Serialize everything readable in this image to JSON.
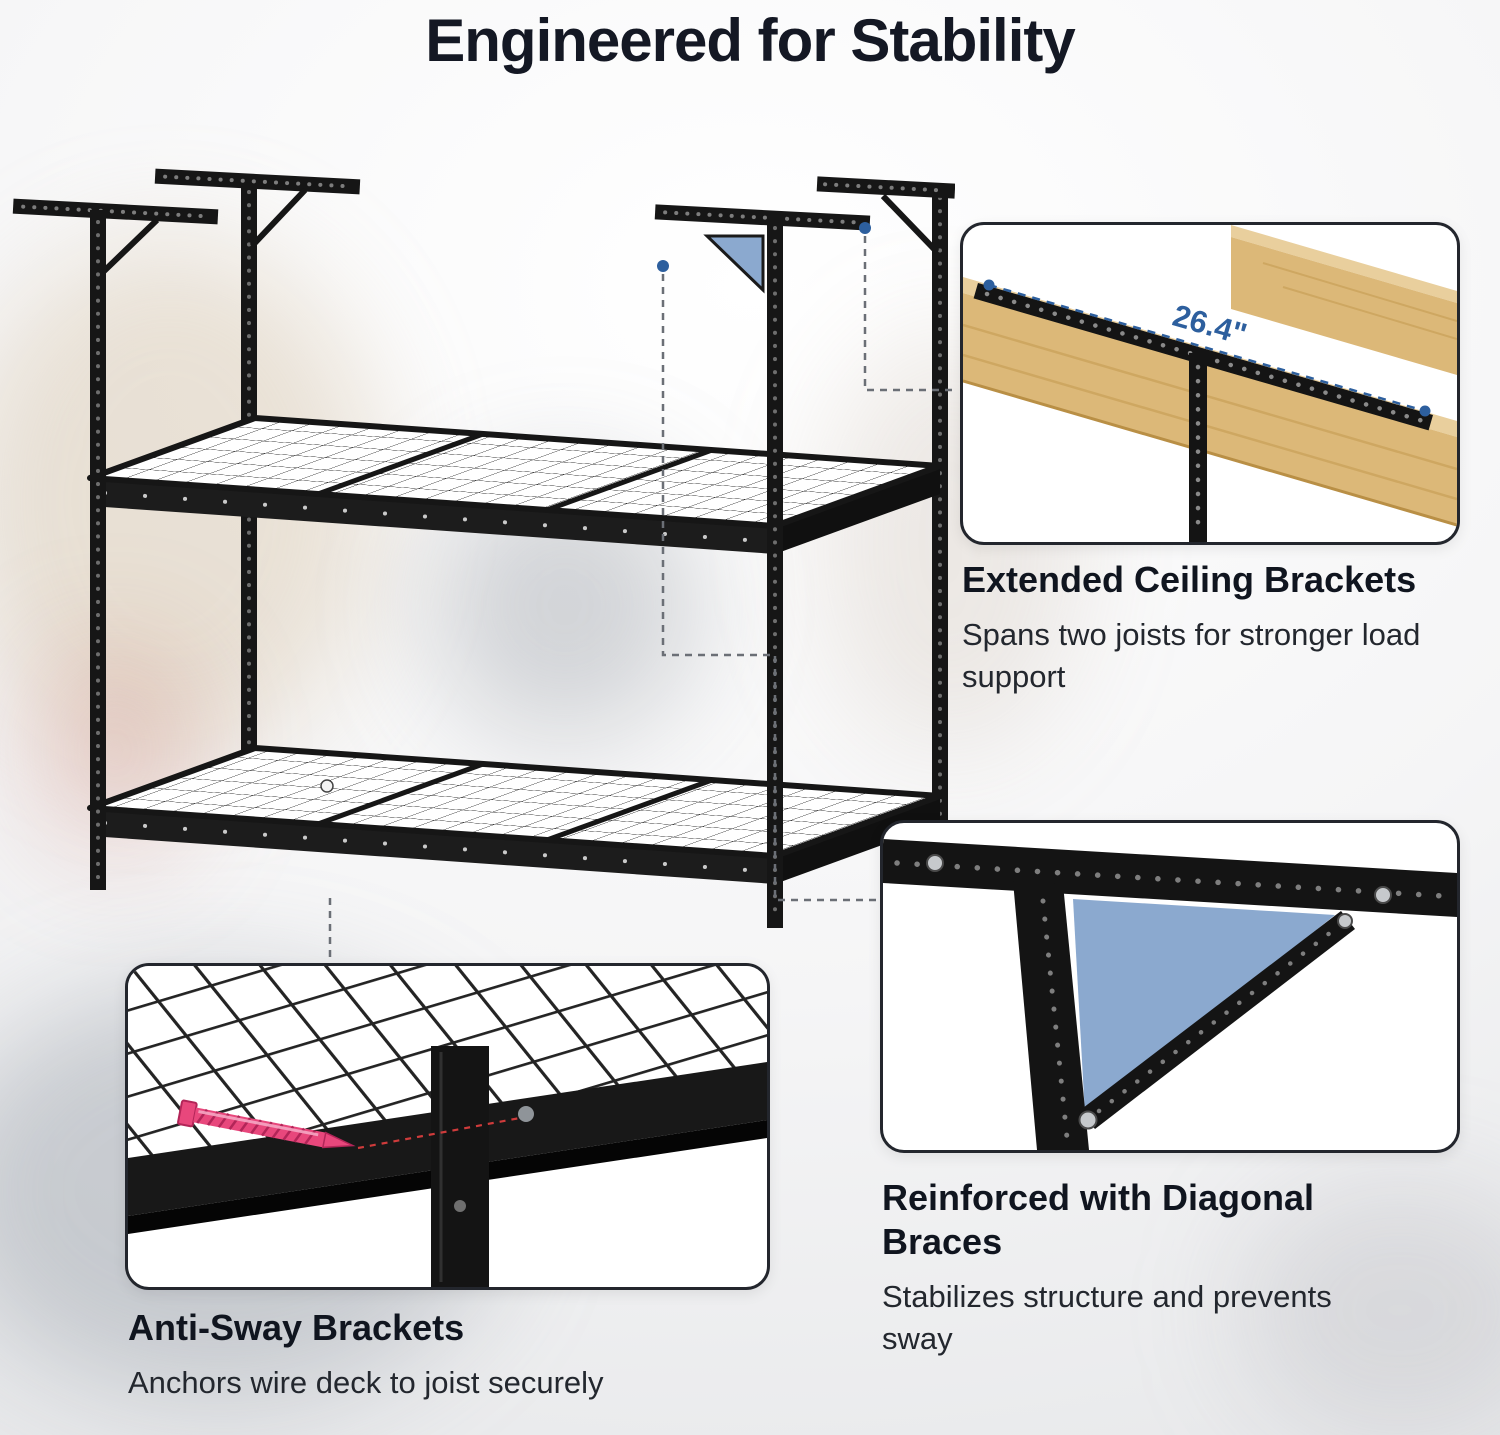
{
  "page": {
    "heading": "Engineered for Stability"
  },
  "callouts": {
    "extended_ceiling_brackets": {
      "title": "Extended Ceiling Brackets",
      "description": "Spans two joists for stronger load support",
      "dimension": "26.4\""
    },
    "diagonal_braces": {
      "title": "Reinforced with Diagonal Braces",
      "description": "Stabilizes structure and prevents sway"
    },
    "anti_sway_brackets": {
      "title": "Anti-Sway Brackets",
      "description": "Anchors wire deck to joist securely"
    }
  },
  "colors": {
    "heading_text": "#141824",
    "body_text": "#23272e",
    "accent_blue": "#2d5f9e",
    "brace_fill_blue": "#8ba9cf",
    "wood_tan": "#dcb878",
    "screw_pink": "#e8477c",
    "rack_black": "#161616"
  }
}
